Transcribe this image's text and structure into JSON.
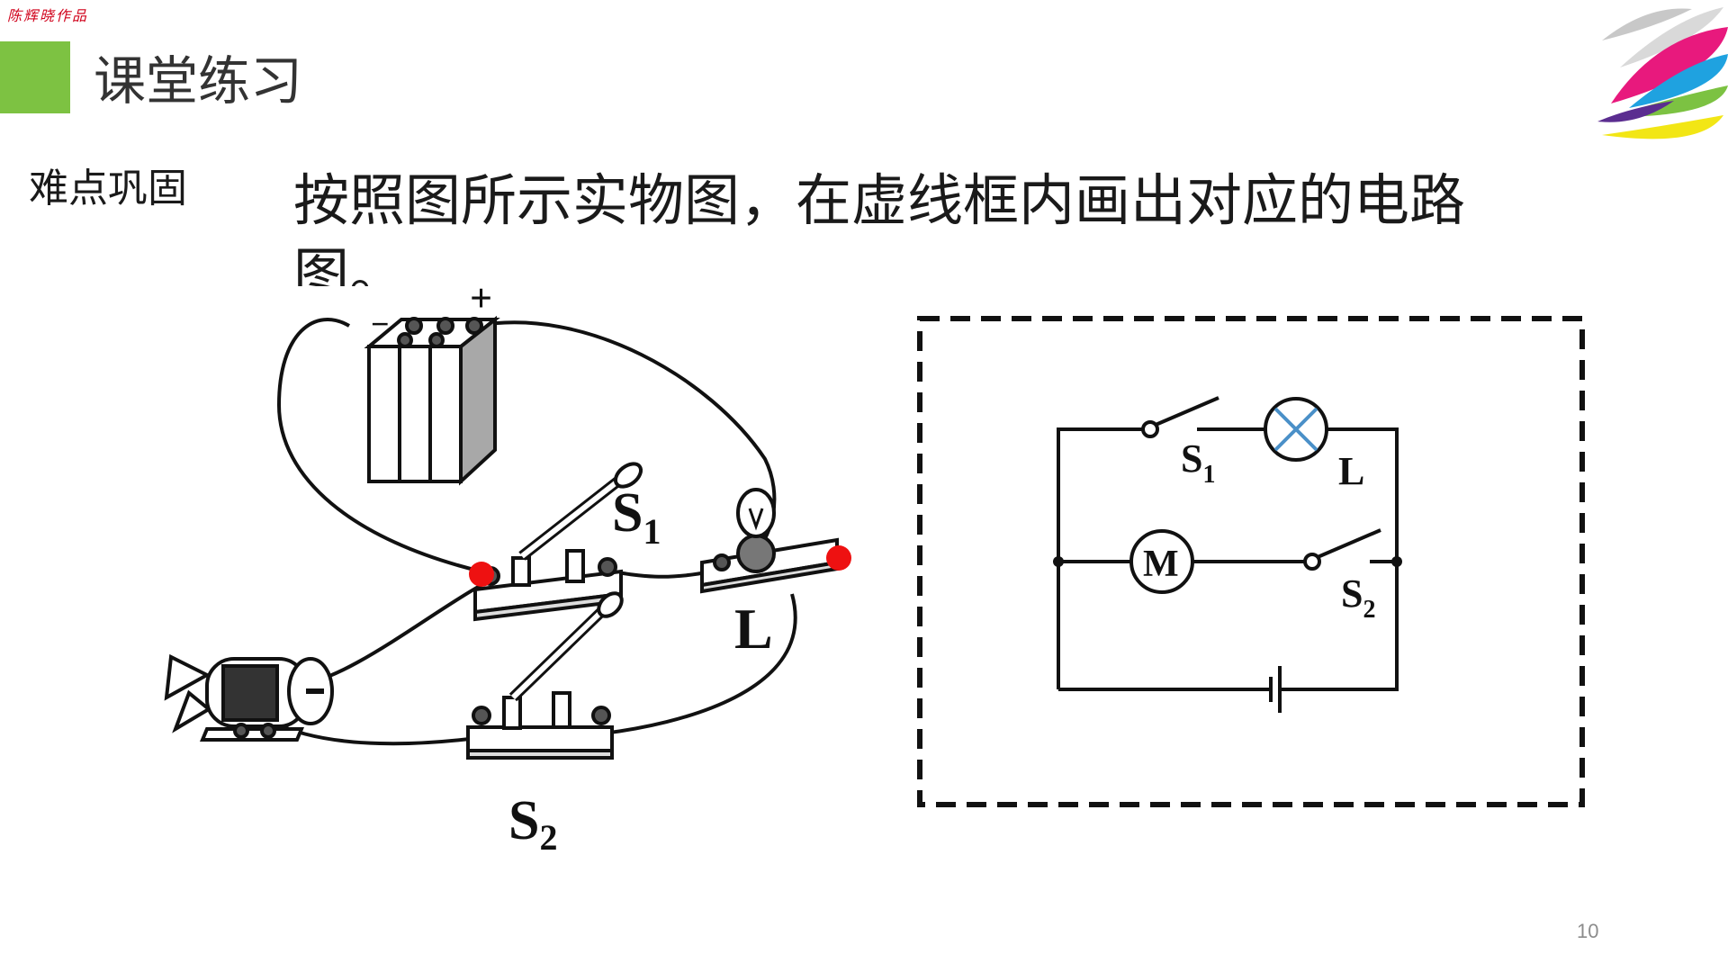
{
  "watermark": "陈辉晓作品",
  "header": {
    "title": "课堂练习",
    "accent_color": "#7dc242"
  },
  "section_label": "难点巩固",
  "question": "按照图所示实物图，在虚线框内画出对应的电路图。",
  "physical_diagram": {
    "battery_minus": "−",
    "battery_plus": "+",
    "switch1_label": "S",
    "switch1_sub": "1",
    "lamp_label": "L",
    "switch2_label": "S",
    "switch2_sub": "2",
    "marker_color": "#ee1111"
  },
  "schematic": {
    "switch1_label": "S",
    "switch1_sub": "1",
    "lamp_label": "L",
    "motor_label": "M",
    "switch2_label": "S",
    "switch2_sub": "2",
    "lamp_cross_color": "#4a90c8"
  },
  "page_number": "10"
}
